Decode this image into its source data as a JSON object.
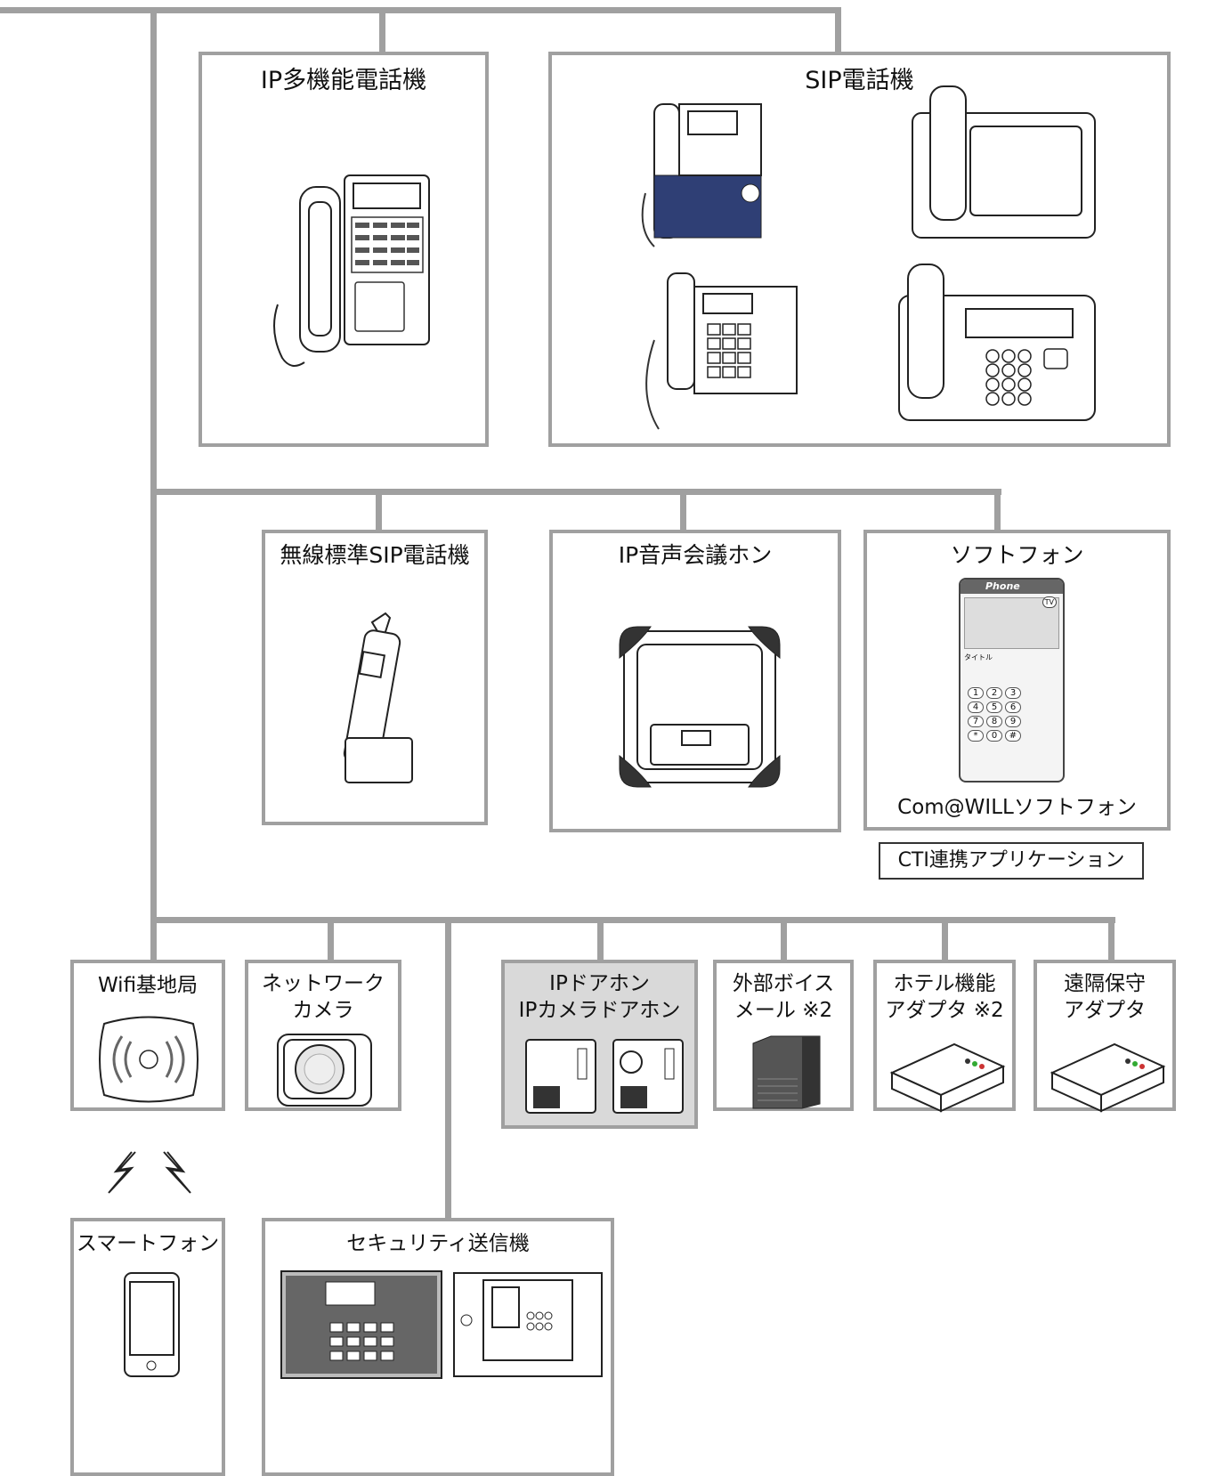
{
  "devices": {
    "ip_phone": "IP多機能電話機",
    "sip_phone": "SIP電話機",
    "wireless_sip": "無線標準SIP電話機",
    "conference": "IP音声会議ホン",
    "softphone": "ソフトフォン",
    "softphone_caption": "Com@WILLソフトフォン",
    "cti": "CTI連携アプリケーション",
    "wifi": "Wifi基地局",
    "camera_line1": "ネットワーク",
    "camera_line2": "カメラ",
    "doorphone_line1": "IPドアホン",
    "doorphone_line2": "IPカメラドアホン",
    "voicemail_line1": "外部ボイス",
    "voicemail_line2": "メール ※2",
    "hotel_line1": "ホテル機能",
    "hotel_line2": "アダプタ ※2",
    "remote_line1": "遠隔保守",
    "remote_line2": "アダプタ",
    "smartphone": "スマートフォン",
    "security": "セキュリティ送信機"
  },
  "softphone_ui": {
    "app_name": "Phone",
    "tv": "TV",
    "title_label": "タイトル",
    "keys": [
      "1",
      "2",
      "3",
      "4",
      "5",
      "6",
      "7",
      "8",
      "9",
      "*",
      "0",
      "#"
    ]
  },
  "colors": {
    "line": "#a0a0a0",
    "highlight_box": "#d9d9d9",
    "phone_accent": "#2f3f75"
  }
}
